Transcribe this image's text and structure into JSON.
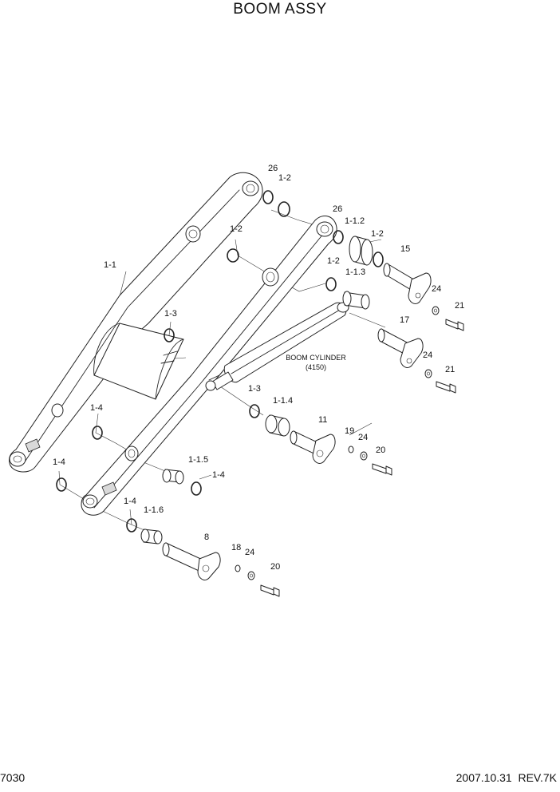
{
  "title": "BOOM ASSY",
  "page_number": "7030",
  "revision": "2007.10.31  REV.7K",
  "annotation": {
    "line1": "BOOM CYLINDER",
    "line2": "(4150)"
  },
  "callouts": [
    "26",
    "1-2",
    "26",
    "1-1.2",
    "1-2",
    "15",
    "1-2",
    "1-2",
    "1-1.3",
    "1-1",
    "24",
    "21",
    "1-3",
    "17",
    "24",
    "21",
    "1-3",
    "1-4",
    "1-1.4",
    "11",
    "19",
    "24",
    "20",
    "1-4",
    "1-1.5",
    "1-4",
    "1-4",
    "1-1.6",
    "8",
    "18",
    "24",
    "20"
  ]
}
